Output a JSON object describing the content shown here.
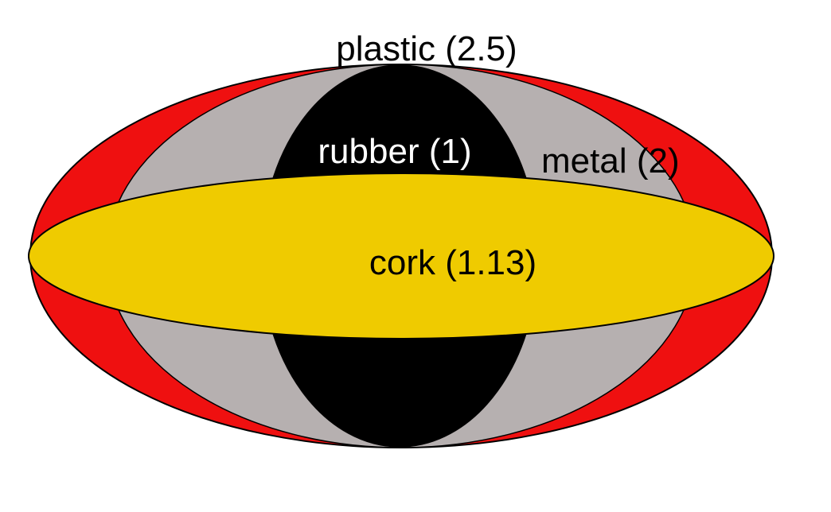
{
  "diagram": {
    "regions": [
      {
        "id": "plastic",
        "label": "plastic (2.5)",
        "fill": "#ef1010",
        "label_color": "#000000"
      },
      {
        "id": "metal",
        "label": "metal (2)",
        "fill": "#b6b0b0",
        "label_color": "#000000"
      },
      {
        "id": "rubber",
        "label": "rubber (1)",
        "fill": "#000000",
        "label_color": "#ffffff"
      },
      {
        "id": "cork",
        "label": "cork (1.13)",
        "fill": "#efcb00",
        "label_color": "#000000"
      }
    ],
    "outline_color": "#000000"
  }
}
